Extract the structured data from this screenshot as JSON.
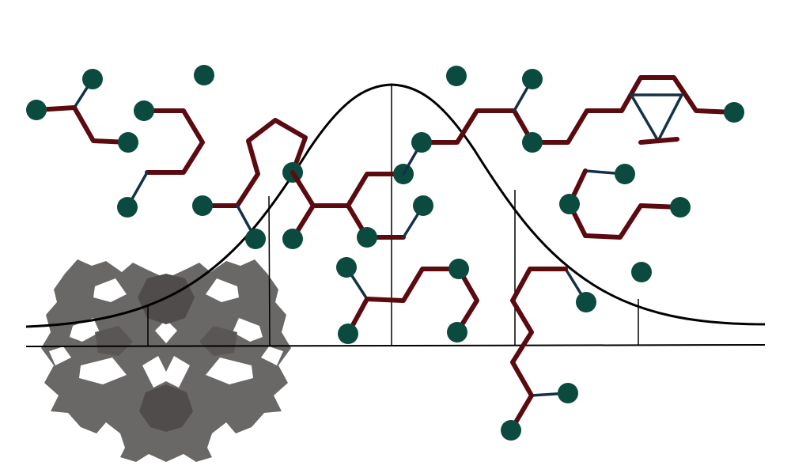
{
  "colors": {
    "background": "#ffffff",
    "curve": "#000000",
    "axis": "#000000",
    "chain": "#5b0a0f",
    "bond": "#143247",
    "atom": "#0b4a3e",
    "blot": "#6a6767",
    "blot_dark": "#504c4c"
  },
  "elements": {
    "bell_curve": "normal-distribution-curve",
    "baseline": "horizontal-axis",
    "std_dev_markers": 5,
    "molecules": 9,
    "isolated_atoms": 5,
    "inkblot": "symmetric-gray-inkblot"
  }
}
